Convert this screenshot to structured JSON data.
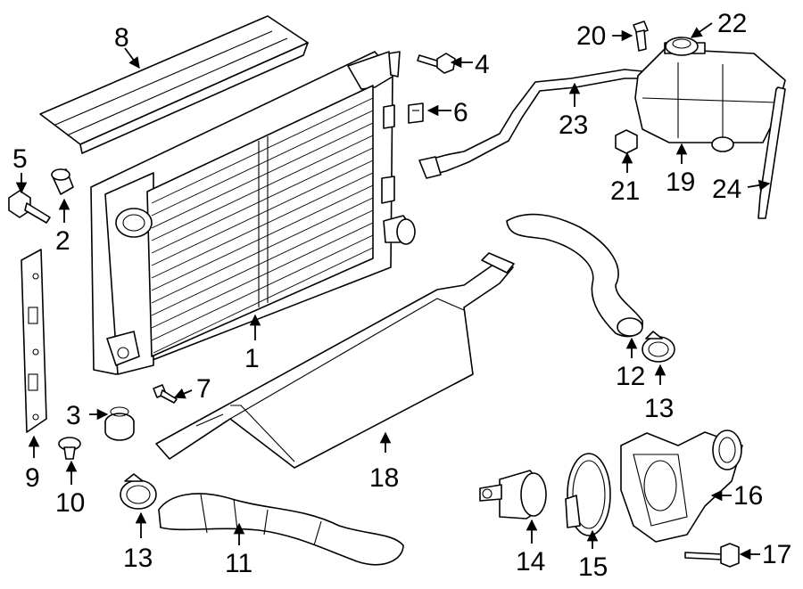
{
  "callouts": {
    "c1": "1",
    "c2": "2",
    "c3": "3",
    "c4": "4",
    "c5": "5",
    "c6": "6",
    "c7": "7",
    "c8": "8",
    "c9": "9",
    "c10": "10",
    "c11": "11",
    "c12": "12",
    "c13a": "13",
    "c13b": "13",
    "c14": "14",
    "c15": "15",
    "c16": "16",
    "c17": "17",
    "c18": "18",
    "c19": "19",
    "c20": "20",
    "c21": "21",
    "c22": "22",
    "c23": "23",
    "c24": "24"
  }
}
